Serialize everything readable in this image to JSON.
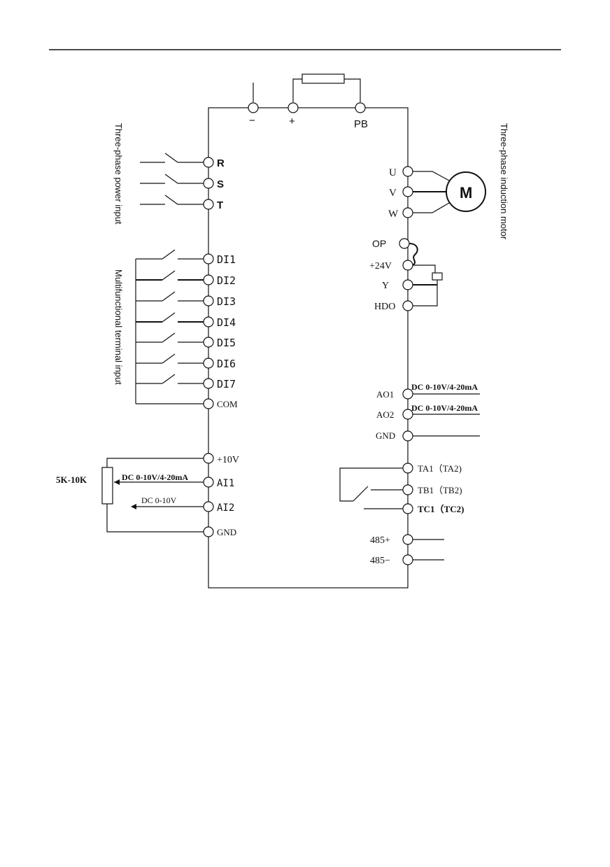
{
  "dc_bus": {
    "minus": "−",
    "plus": "+",
    "pb": "PB"
  },
  "left_captions": {
    "power_input": "Three-phase power input",
    "terminal_input": "Multifunctional terminal input"
  },
  "right_captions": {
    "motor": "Three-phase induction motor"
  },
  "power_terminals": [
    "R",
    "S",
    "T"
  ],
  "digital_inputs": [
    "DI1",
    "DI2",
    "DI3",
    "DI4",
    "DI5",
    "DI6",
    "DI7"
  ],
  "com": "COM",
  "analog_inputs": {
    "ten_v": "+10V",
    "ai1": "AI1",
    "ai2": "AI2",
    "gnd": "GND",
    "pot": "5K-10K",
    "ai1_signal": "DC 0-10V/4-20mA",
    "ai2_signal": "DC 0-10V"
  },
  "motor_terminals": [
    "U",
    "V",
    "W"
  ],
  "motor": "M",
  "outputs": {
    "op": "OP",
    "p24v": "+24V",
    "y": "Y",
    "hdo": "HDO"
  },
  "analog_outputs": {
    "ao1": "AO1",
    "ao2": "AO2",
    "gnd": "GND",
    "ao1_signal": "DC 0-10V/4-20mA",
    "ao2_signal": "DC 0-10V/4-20mA"
  },
  "relay": {
    "ta": "TA1（TA2)",
    "tb": "TB1（TB2)",
    "tc": "TC1（TC2)"
  },
  "rs485": {
    "plus": "485+",
    "minus": "485−"
  }
}
